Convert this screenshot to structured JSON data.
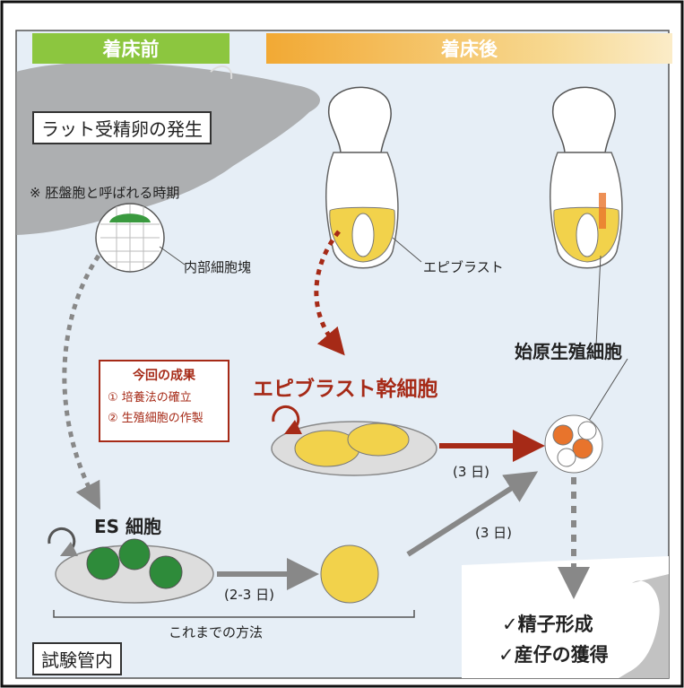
{
  "header": {
    "pre_implantation": "着床前",
    "post_implantation": "着床後"
  },
  "labels": {
    "rat_egg_development": "ラット受精卵の発生",
    "blastocyst_note": "※ 胚盤胞と呼ばれる時期",
    "inner_cell_mass": "内部細胞塊",
    "epiblast": "エピブラスト",
    "primordial_germ_cells": "始原生殖細胞",
    "epiblast_stem_cells": "エピブラスト幹細胞",
    "es_cells": "ES 細胞",
    "days_3_a": "(3 日)",
    "days_3_b": "(3 日)",
    "days_2_3": "(2-3 日)",
    "previous_method": "これまでの方法",
    "in_vitro": "試験管内",
    "spermatogenesis": "✓精子形成",
    "offspring": "✓産仔の獲得"
  },
  "results_box": {
    "title": "今回の成果",
    "item1": "① 培養法の確立",
    "item2": "② 生殖細胞の作製"
  },
  "colors": {
    "pre_header": "#8cc63f",
    "post_header": "#f2a934",
    "highlight_red": "#a62a17",
    "background_panel": "#e6eef6",
    "es_green": "#2e8b3a",
    "epiblast_yellow": "#f2d24b",
    "pgc_orange": "#e8742c"
  }
}
